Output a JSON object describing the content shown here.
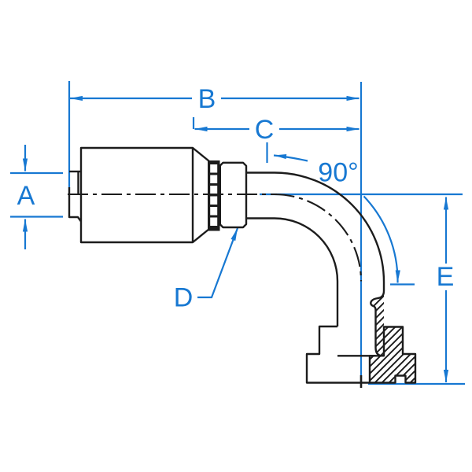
{
  "drawing": {
    "labels": {
      "a": "A",
      "b": "B",
      "c": "C",
      "d": "D",
      "e": "E",
      "angle": "90°"
    }
  },
  "colors": {
    "accent": "#1778d2",
    "line": "#1c1c1c",
    "bg": "#ffffff"
  }
}
